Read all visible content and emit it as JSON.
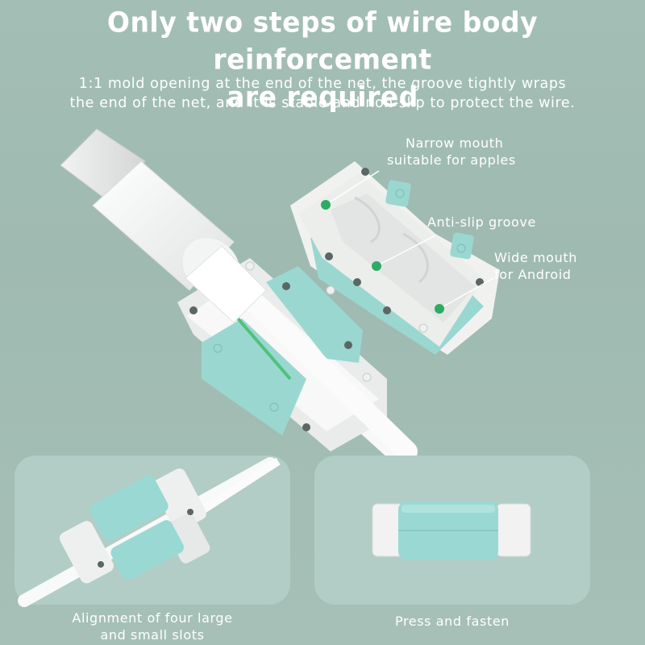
{
  "header": {
    "title_line1": "Only two steps of wire body reinforcement",
    "title_line2": "are required",
    "desc_line1": "1:1 mold opening at the end of the net, the groove tightly wraps",
    "desc_line2": "the end of the net, and it is stable and non-slip to protect the wire."
  },
  "callouts": {
    "narrow_line1": "Narrow mouth",
    "narrow_line2": "suitable for apples",
    "anti_slip": "Anti-slip groove",
    "wide_line1": "Wide mouth",
    "wide_line2": "for Android"
  },
  "panels": {
    "left_caption_line1": "Alignment of four large",
    "left_caption_line2": "and small slots",
    "right_caption": "Press and fasten"
  },
  "colors": {
    "background": "#9fbbb2",
    "mint": "#9ad9d3",
    "white_part": "#f3f4f2",
    "accent_dot": "#2cab64"
  }
}
